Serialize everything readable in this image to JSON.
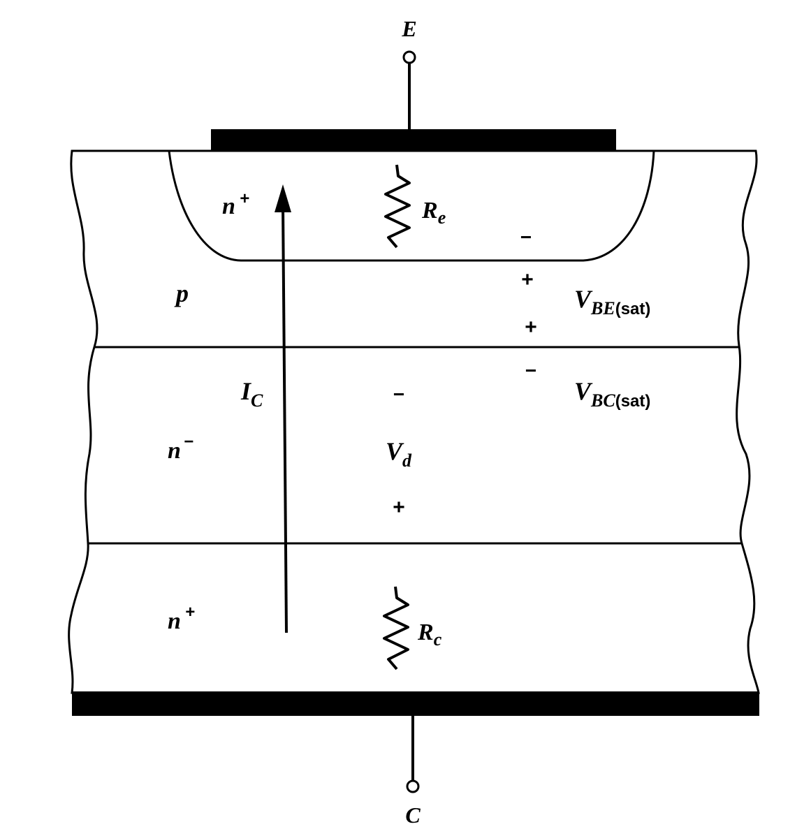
{
  "terminals": {
    "emitter": "E",
    "collector": "C"
  },
  "regions": {
    "emitter_region": {
      "symbol": "n",
      "superscript": "+"
    },
    "base_region": {
      "symbol": "p"
    },
    "drift_region": {
      "symbol": "n",
      "superscript": "−"
    },
    "substrate_region": {
      "symbol": "n",
      "superscript": "+"
    }
  },
  "components": {
    "emitter_resistance": {
      "symbol": "R",
      "subscript": "e"
    },
    "collector_resistance": {
      "symbol": "R",
      "subscript": "c"
    }
  },
  "current": {
    "symbol": "I",
    "subscript": "C"
  },
  "voltages": {
    "vbe": {
      "symbol": "V",
      "subscript": "BE",
      "suffix": "(sat)",
      "neg": "−",
      "pos": "+"
    },
    "vbc": {
      "symbol": "V",
      "subscript": "BC",
      "suffix": "(sat)",
      "pos": "+",
      "neg": "−"
    },
    "vd": {
      "symbol": "V",
      "subscript": "d",
      "neg": "−",
      "pos": "+"
    }
  }
}
